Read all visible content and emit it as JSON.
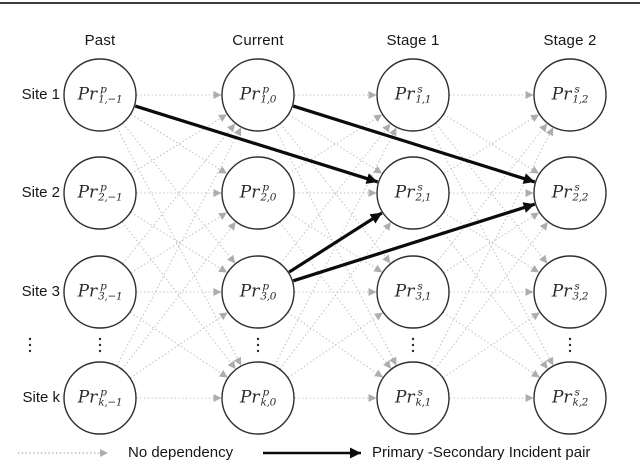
{
  "figure": {
    "title_hint": "site incident dependency graph",
    "columns": [
      {
        "label": "Past",
        "nodes": [
          {
            "base": "Pr",
            "sup": "p",
            "sub": "1,−1"
          },
          {
            "base": "Pr",
            "sup": "p",
            "sub": "2,−1"
          },
          {
            "base": "Pr",
            "sup": "p",
            "sub": "3,−1"
          },
          {
            "base": "Pr",
            "sup": "p",
            "sub": "k,−1"
          }
        ]
      },
      {
        "label": "Current",
        "nodes": [
          {
            "base": "Pr",
            "sup": "p",
            "sub": "1,0"
          },
          {
            "base": "Pr",
            "sup": "p",
            "sub": "2,0"
          },
          {
            "base": "Pr",
            "sup": "p",
            "sub": "3,0"
          },
          {
            "base": "Pr",
            "sup": "p",
            "sub": "k,0"
          }
        ]
      },
      {
        "label": "Stage 1",
        "nodes": [
          {
            "base": "Pr",
            "sup": "s",
            "sub": "1,1"
          },
          {
            "base": "Pr",
            "sup": "s",
            "sub": "2,1"
          },
          {
            "base": "Pr",
            "sup": "s",
            "sub": "3,1"
          },
          {
            "base": "Pr",
            "sup": "s",
            "sub": "k,1"
          }
        ]
      },
      {
        "label": "Stage 2",
        "nodes": [
          {
            "base": "Pr",
            "sup": "s",
            "sub": "1,2"
          },
          {
            "base": "Pr",
            "sup": "s",
            "sub": "2,2"
          },
          {
            "base": "Pr",
            "sup": "s",
            "sub": "3,2"
          },
          {
            "base": "Pr",
            "sup": "s",
            "sub": "k,2"
          }
        ]
      }
    ],
    "rows": [
      {
        "label": "Site 1"
      },
      {
        "label": "Site 2"
      },
      {
        "label": "Site 3"
      },
      {
        "label": "Site k"
      }
    ],
    "row_gap_ellipsis": "⋮",
    "no_dependency_links": "complete bipartite between adjacent columns",
    "incident_pairs": [
      {
        "from": [
          0,
          0
        ],
        "to": [
          2,
          1
        ]
      },
      {
        "from": [
          1,
          0
        ],
        "to": [
          3,
          1
        ]
      },
      {
        "from": [
          1,
          2
        ],
        "to": [
          2,
          1
        ]
      },
      {
        "from": [
          1,
          2
        ],
        "to": [
          3,
          1
        ]
      }
    ],
    "legend": {
      "no_dependency": "No dependency",
      "incident_pair": "Primary -Secondary Incident pair"
    },
    "colors": {
      "dependency_line": "#c2c2c2",
      "dependency_arrowhead": "#adadad",
      "incident_line": "#0b0b0b",
      "node_stroke": "#2e2e2e",
      "node_fill": "#ffffff",
      "text": "#161616",
      "top_rule": "#3d3d3d"
    }
  }
}
